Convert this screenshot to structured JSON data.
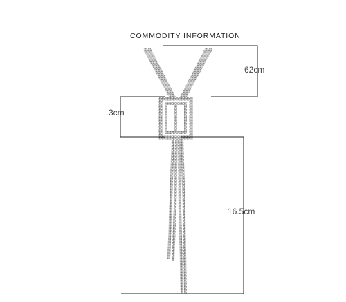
{
  "heading": "COMMODITY INFORMATION",
  "dimensions": {
    "chain_length": "62cm",
    "pendant_height": "3cm",
    "tassel_length": "16.5cm"
  },
  "colors": {
    "background": "#ffffff",
    "line": "#222222",
    "metal": "#b9b9b9",
    "metal_dark": "#6e6e6e",
    "text": "#333333"
  }
}
